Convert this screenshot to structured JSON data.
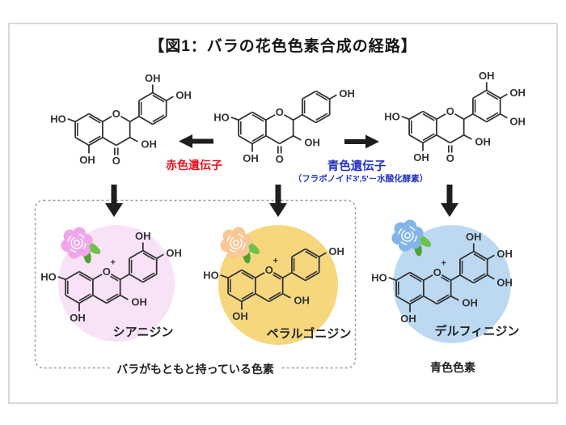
{
  "title": "【図1：バラの花色色素合成の経路】",
  "genes": {
    "red": {
      "label": "赤色遺伝子",
      "color": "#e8111c"
    },
    "blue": {
      "label": "青色遺伝子",
      "sublabel": "（フラボノイド3',5'－水酸化酵素）",
      "color": "#2433c4"
    }
  },
  "pigments": [
    {
      "id": "cyanidin",
      "name": "シアニジン",
      "circle_color": "#f8e2f7",
      "rose_color": "#f0a6ea"
    },
    {
      "id": "pelargonidin",
      "name": "ペラルゴニジン",
      "circle_color": "#f6d77d",
      "rose_color": "#f8c795"
    },
    {
      "id": "delphinidin",
      "name": "デルフィニジン",
      "circle_color": "#bdd9f2",
      "rose_color": "#82b6e9"
    }
  ],
  "group_labels": {
    "original": "バラがもともと持っている色素",
    "blue_pigment": "青色色素"
  },
  "structures": [
    {
      "id": "precursor-left",
      "kind": "dihydroflavonol",
      "b_ring_oh": [
        "3",
        "4"
      ]
    },
    {
      "id": "precursor-center",
      "kind": "dihydroflavonol",
      "b_ring_oh": [
        "4"
      ]
    },
    {
      "id": "precursor-right",
      "kind": "dihydroflavonol",
      "b_ring_oh": [
        "3",
        "4",
        "5"
      ]
    },
    {
      "id": "cyanidin-structure",
      "kind": "flavylium",
      "b_ring_oh": [
        "3",
        "4"
      ]
    },
    {
      "id": "pelargonidin-structure",
      "kind": "flavylium",
      "b_ring_oh": [
        "4"
      ]
    },
    {
      "id": "delphinidin-structure",
      "kind": "flavylium",
      "b_ring_oh": [
        "3",
        "4",
        "5"
      ]
    }
  ],
  "atom_labels": {
    "oh": "OH",
    "ho": "HO",
    "ring_o": "O",
    "carbonyl": "O",
    "plus": "+"
  },
  "colors": {
    "bond": "#333333",
    "leaf_light": "#6cc24a",
    "leaf_dark": "#4da332",
    "dash": "#9a9a9a",
    "arrow": "#1e1e1e",
    "name_text": "#222222"
  }
}
